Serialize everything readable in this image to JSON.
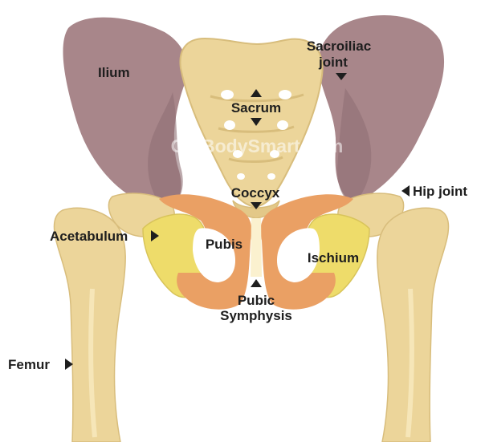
{
  "watermark": "GetBodySmart.com",
  "labels": {
    "ilium": "Ilium",
    "sacroiliac_joint_line1": "Sacroiliac",
    "sacroiliac_joint_line2": "joint",
    "sacrum": "Sacrum",
    "coccyx": "Coccyx",
    "hip_joint": "Hip joint",
    "acetabulum": "Acetabulum",
    "pubis": "Pubis",
    "ischium": "Ischium",
    "pubic_symphysis_line1": "Pubic",
    "pubic_symphysis_line2": "Symphysis",
    "femur": "Femur"
  },
  "colors": {
    "ilium": "#a8868a",
    "ilium_dark": "#8f6f74",
    "bone": "#ecd59a",
    "bone_shade": "#dcc07e",
    "pubis_orange": "#eaa064",
    "ischium_yellow": "#eedc6a",
    "label_text": "#1e1e1e"
  }
}
